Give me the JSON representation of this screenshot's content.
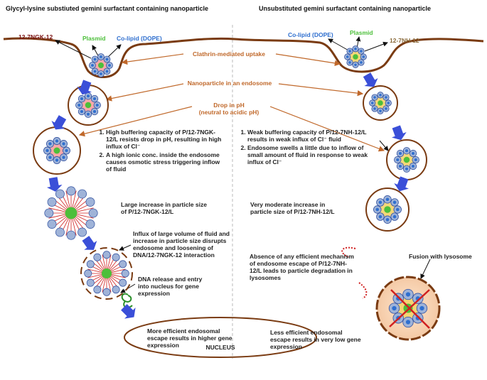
{
  "headers": {
    "left": "Glycyl-lysine substiuted gemini surfactant containing nanoparticle",
    "right": "Unsubstituted gemini surfactant containing nanoparticle"
  },
  "labels_left": {
    "gemini": "12-7NGK-12",
    "plasmid": "Plasmid",
    "colipid": "Co-lipid (DOPE)"
  },
  "labels_right": {
    "colipid": "Co-lipid (DOPE)",
    "plasmid": "Plasmid",
    "gemini": "12-7NH-12"
  },
  "center_labels": {
    "uptake": "Clathrin-mediated uptake",
    "endosome": "Nanoparticle in an endosome",
    "ph_line1": "Drop in pH",
    "ph_line2": "(neutral to acidic pH)"
  },
  "left_steps": [
    "High buffering capacity of P/12-7NGK-12/L resists drop in pH, resulting in high influx of Cl⁻",
    "A high ionic conc. inside the endosome causes osmotic stress triggering inflow of fluid"
  ],
  "right_steps": [
    "Weak buffering capacity of P/12-7NH-12/L results in weak influx of Cl⁻ fluid",
    "Endosome swells a little due to inflow of small amount of fluid in response to weak influx of Cl⁻"
  ],
  "left_notes": {
    "increase": "Large increase in particle size of P/12-7NGK-12/L",
    "influx": "Influx of large volume of fluid and increase in particle size disrupts endosome and loosening of DNA/12-7NGK-12 interaction",
    "release": "DNA release and entry into nucleus for gene expression",
    "efficient": "More efficient endosomal escape results in higher gene expression"
  },
  "right_notes": {
    "increase": "Very moderate increase in particle size of P/12-7NH-12/L",
    "absence": "Absence of any efficient mechanism of endosome escape of P/12-7NH-12/L leads to particle degradation in lysosomes",
    "fusion": "Fusion with lysosome",
    "less": "Less efficient endosomal escape results in very low gene expression"
  },
  "nucleus": "NUCLEUS",
  "colors": {
    "membrane": "#7a3b12",
    "arrow_blue": "#3a4fd8",
    "label_orange": "#c0682a",
    "gemini_left": "#7a1010",
    "plasmid": "#4cbf3a",
    "colipid": "#2f6fcf",
    "gemini_right": "#8a6a3a"
  }
}
